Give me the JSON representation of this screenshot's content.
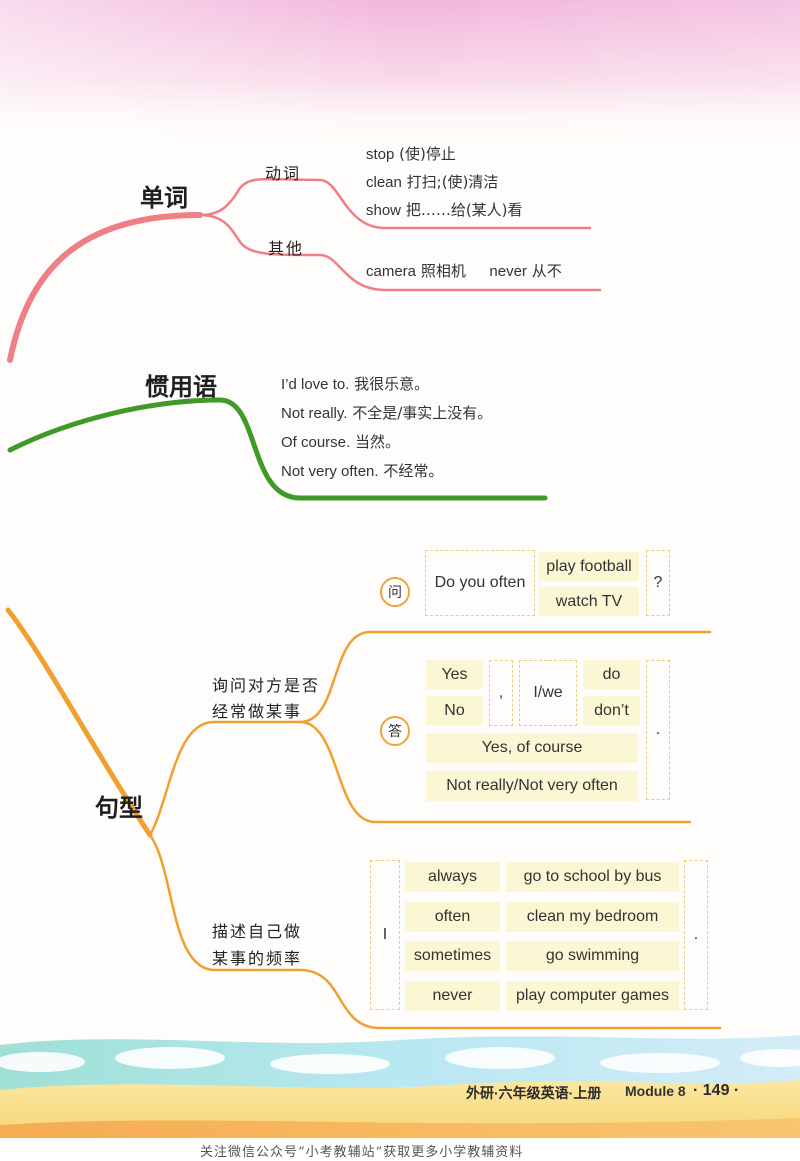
{
  "vocab": {
    "title": "单词",
    "verbs_label": "动词",
    "others_label": "其他",
    "verbs": [
      {
        "en": "stop",
        "zh": "(使)停止"
      },
      {
        "en": "clean",
        "zh": "打扫;(使)清洁"
      },
      {
        "en": "show",
        "zh": "把……给(某人)看"
      }
    ],
    "others": [
      {
        "en": "camera",
        "zh": "照相机"
      },
      {
        "en": "never",
        "zh": "从不"
      }
    ]
  },
  "idioms": {
    "title": "惯用语",
    "items": [
      {
        "en": "I’d love to.",
        "zh": "我很乐意。"
      },
      {
        "en": "Not really.",
        "zh": "不全是/事实上没有。"
      },
      {
        "en": "Of course.",
        "zh": "当然。"
      },
      {
        "en": "Not very often.",
        "zh": "不经常。"
      }
    ]
  },
  "patterns": {
    "title": "句型",
    "branch1_label_line1": "询问对方是否",
    "branch1_label_line2": "经常做某事",
    "branch2_label_line1": "描述自己做",
    "branch2_label_line2": "某事的频率",
    "question": {
      "marker": "问",
      "stem": "Do you often",
      "options": [
        "play football",
        "watch TV"
      ],
      "end": "?"
    },
    "answer": {
      "marker": "答",
      "yes": "Yes",
      "no": "No",
      "comma": ",",
      "subject": "I/we",
      "do": "do",
      "dont": "don’t",
      "yes_of_course": "Yes, of course",
      "not_really": "Not really/Not very often",
      "end": "."
    },
    "frequency": {
      "subject": "I",
      "adverbs": [
        "always",
        "often",
        "sometimes",
        "never"
      ],
      "activities": [
        "go to school by bus",
        "clean my bedroom",
        "go swimming",
        "play computer games"
      ],
      "end": "."
    }
  },
  "footer": {
    "book": "外研·六年级英语·上册",
    "module": "Module 8",
    "page": "· 149 ·",
    "note": "关注微信公众号“小考教辅站”获取更多小学教辅资料"
  },
  "colors": {
    "vocab_branch": "#ef7f86",
    "idiom_branch": "#3f9a2a",
    "pattern_branch": "#f0a030"
  }
}
